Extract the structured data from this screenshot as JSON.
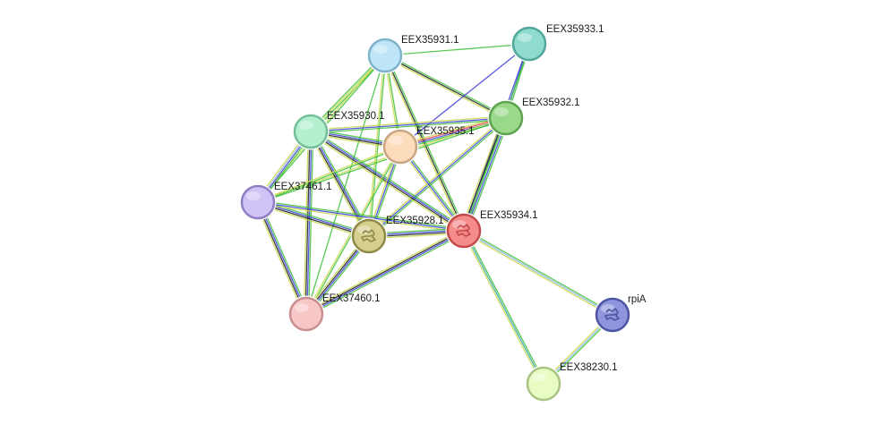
{
  "network": {
    "nodes": [
      {
        "id": "EEX35931.1",
        "label": "EEX35931.1",
        "color": "#bfe6f8",
        "stroke": "#7fb3cc"
      },
      {
        "id": "EEX35933.1",
        "label": "EEX35933.1",
        "color": "#8fdccf",
        "stroke": "#4fa89a"
      },
      {
        "id": "EEX35932.1",
        "label": "EEX35932.1",
        "color": "#9ad98a",
        "stroke": "#5ea34f"
      },
      {
        "id": "EEX35930.1",
        "label": "EEX35930.1",
        "color": "#b4f0cf",
        "stroke": "#74bf98"
      },
      {
        "id": "EEX35935.1",
        "label": "EEX35935.1",
        "color": "#fddcbc",
        "stroke": "#c9a683"
      },
      {
        "id": "EEX37461.1",
        "label": "EEX37461.1",
        "color": "#d1c2f5",
        "stroke": "#8e7fc4"
      },
      {
        "id": "EEX35928.1",
        "label": "EEX35928.1",
        "color": "#d6d08e",
        "stroke": "#8f8a4a",
        "structure": true
      },
      {
        "id": "EEX35934.1",
        "label": "EEX35934.1",
        "color": "#f58c8c",
        "stroke": "#c44a4a",
        "structure": true
      },
      {
        "id": "EEX37460.1",
        "label": "EEX37460.1",
        "color": "#f7c6c6",
        "stroke": "#c98f8f"
      },
      {
        "id": "rpiA",
        "label": "rpiA",
        "color": "#8e95dc",
        "stroke": "#4d54a3",
        "structure": true
      },
      {
        "id": "EEX38230.1",
        "label": "EEX38230.1",
        "color": "#e9fcc4",
        "stroke": "#a9c483"
      }
    ],
    "edges": [
      {
        "source": "EEX35931.1",
        "target": "EEX35933.1",
        "colors": [
          "#3bbf3b"
        ]
      },
      {
        "source": "EEX35931.1",
        "target": "EEX35932.1",
        "colors": [
          "#3bbf3b",
          "#1a1a1a",
          "#c8d84a"
        ]
      },
      {
        "source": "EEX35931.1",
        "target": "EEX35930.1",
        "colors": [
          "#3bbf3b",
          "#c8d84a",
          "#3bbf3b"
        ]
      },
      {
        "source": "EEX35931.1",
        "target": "EEX35935.1",
        "colors": [
          "#3bbf3b",
          "#c8d84a"
        ]
      },
      {
        "source": "EEX35931.1",
        "target": "EEX35934.1",
        "colors": [
          "#3bbf3b",
          "#1a1a1a",
          "#c8d84a"
        ]
      },
      {
        "source": "EEX35931.1",
        "target": "EEX35928.1",
        "colors": [
          "#3bbf3b",
          "#c8d84a"
        ]
      },
      {
        "source": "EEX35931.1",
        "target": "EEX37461.1",
        "colors": [
          "#3bbf3b",
          "#c8d84a"
        ]
      },
      {
        "source": "EEX35931.1",
        "target": "EEX37460.1",
        "colors": [
          "#3bbf3b"
        ]
      },
      {
        "source": "EEX35933.1",
        "target": "EEX35932.1",
        "colors": [
          "#3bbf3b",
          "#3b3bd8"
        ]
      },
      {
        "source": "EEX35933.1",
        "target": "EEX35934.1",
        "colors": [
          "#3bbf3b",
          "#3b3bd8"
        ]
      },
      {
        "source": "EEX35933.1",
        "target": "EEX35935.1",
        "colors": [
          "#3b3bd8"
        ]
      },
      {
        "source": "EEX35932.1",
        "target": "EEX35934.1",
        "colors": [
          "#3bbf3b",
          "#3b3bd8",
          "#3bbf3b",
          "#1a1a1a",
          "#c8d84a"
        ]
      },
      {
        "source": "EEX35932.1",
        "target": "EEX35935.1",
        "colors": [
          "#3bbf3b",
          "#3b3bd8",
          "#e04040",
          "#c8d84a"
        ]
      },
      {
        "source": "EEX35932.1",
        "target": "EEX35930.1",
        "colors": [
          "#3bbf3b",
          "#3b3bd8",
          "#c8d84a"
        ]
      },
      {
        "source": "EEX35932.1",
        "target": "EEX35928.1",
        "colors": [
          "#3bbf3b",
          "#3b3bd8",
          "#c8d84a"
        ]
      },
      {
        "source": "EEX35932.1",
        "target": "EEX37461.1",
        "colors": [
          "#3bbf3b",
          "#c8d84a"
        ]
      },
      {
        "source": "EEX35930.1",
        "target": "EEX35935.1",
        "colors": [
          "#3bbf3b",
          "#3b3bd8",
          "#1a1a1a",
          "#c8d84a"
        ]
      },
      {
        "source": "EEX35930.1",
        "target": "EEX35934.1",
        "colors": [
          "#3bbf3b",
          "#3b3bd8",
          "#1a1a1a",
          "#c8d84a"
        ]
      },
      {
        "source": "EEX35930.1",
        "target": "EEX35928.1",
        "colors": [
          "#3bbf3b",
          "#3b3bd8",
          "#1a1a1a",
          "#c8d84a"
        ]
      },
      {
        "source": "EEX35930.1",
        "target": "EEX37461.1",
        "colors": [
          "#3bbf3b",
          "#3b3bd8",
          "#8fb3e0",
          "#c8d84a"
        ]
      },
      {
        "source": "EEX35930.1",
        "target": "EEX37460.1",
        "colors": [
          "#3bbf3b",
          "#3b3bd8",
          "#1a1a1a",
          "#c8d84a"
        ]
      },
      {
        "source": "EEX35935.1",
        "target": "EEX35934.1",
        "colors": [
          "#3bbf3b",
          "#3b3bd8",
          "#c8d84a"
        ]
      },
      {
        "source": "EEX35935.1",
        "target": "EEX35928.1",
        "colors": [
          "#3bbf3b",
          "#3b3bd8",
          "#c8d84a"
        ]
      },
      {
        "source": "EEX35935.1",
        "target": "EEX37461.1",
        "colors": [
          "#3bbf3b",
          "#c8d84a"
        ]
      },
      {
        "source": "EEX35935.1",
        "target": "EEX37460.1",
        "colors": [
          "#3bbf3b",
          "#c8d84a"
        ]
      },
      {
        "source": "EEX37461.1",
        "target": "EEX35928.1",
        "colors": [
          "#3bbf3b",
          "#3b3bd8",
          "#1a1a1a",
          "#c8d84a"
        ]
      },
      {
        "source": "EEX37461.1",
        "target": "EEX35934.1",
        "colors": [
          "#3bbf3b",
          "#3b3bd8",
          "#c8d84a"
        ]
      },
      {
        "source": "EEX37461.1",
        "target": "EEX37460.1",
        "colors": [
          "#3bbf3b",
          "#3b3bd8",
          "#1a1a1a",
          "#c8d84a"
        ]
      },
      {
        "source": "EEX35928.1",
        "target": "EEX35934.1",
        "colors": [
          "#3bbf3b",
          "#3b3bd8",
          "#1a1a1a",
          "#c8d84a"
        ]
      },
      {
        "source": "EEX35928.1",
        "target": "EEX37460.1",
        "colors": [
          "#3bbf3b",
          "#3b3bd8",
          "#1a1a1a",
          "#c8d84a"
        ]
      },
      {
        "source": "EEX35934.1",
        "target": "EEX37460.1",
        "colors": [
          "#3bbf3b",
          "#3b3bd8",
          "#1a1a1a",
          "#c8d84a"
        ]
      },
      {
        "source": "EEX35934.1",
        "target": "rpiA",
        "colors": [
          "#3bbf3b",
          "#8fb3e0",
          "#c8d84a"
        ]
      },
      {
        "source": "EEX35934.1",
        "target": "EEX38230.1",
        "colors": [
          "#3bbf3b",
          "#2fa0a0",
          "#c8d84a"
        ]
      },
      {
        "source": "rpiA",
        "target": "EEX38230.1",
        "colors": [
          "#3bbf3b",
          "#8fb3e0",
          "#c8d84a"
        ]
      }
    ]
  }
}
